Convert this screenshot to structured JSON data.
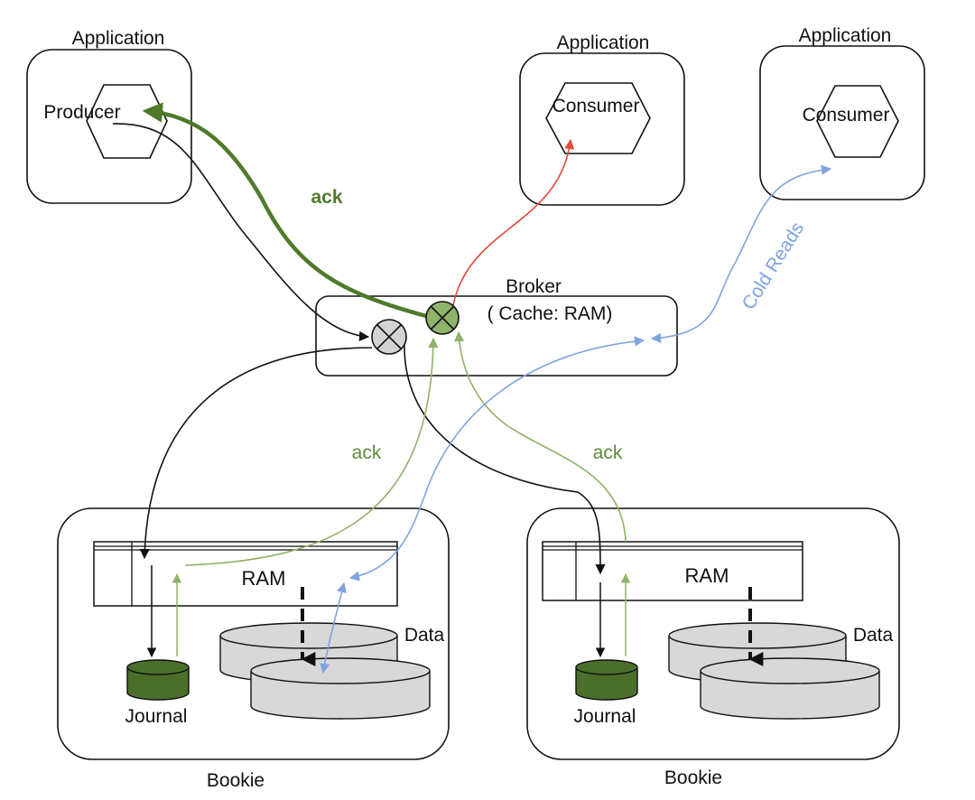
{
  "app1": {
    "title": "Application",
    "component": "Producer"
  },
  "app2": {
    "title": "Application",
    "component": "Consumer"
  },
  "app3": {
    "title": "Application",
    "component": "Consumer"
  },
  "broker": {
    "title": "Broker",
    "subtitle": "( Cache: RAM)"
  },
  "bookie1": {
    "title": "Bookie",
    "ram": "RAM",
    "journal": "Journal",
    "data": "Data"
  },
  "bookie2": {
    "title": "Bookie",
    "ram": "RAM",
    "journal": "Journal",
    "data": "Data"
  },
  "flows": {
    "ack_main": "ack",
    "ack_left": "ack",
    "ack_right": "ack",
    "cold_reads": "Cold Reads"
  },
  "colors": {
    "ack_dark": "#4f7a2a",
    "ack_light": "#8fb36a",
    "cold_reads": "#7ea4e0",
    "consume": "#e04a3a",
    "journal_fill": "#4a6f2a",
    "disk_fill": "#d8d8d8"
  }
}
